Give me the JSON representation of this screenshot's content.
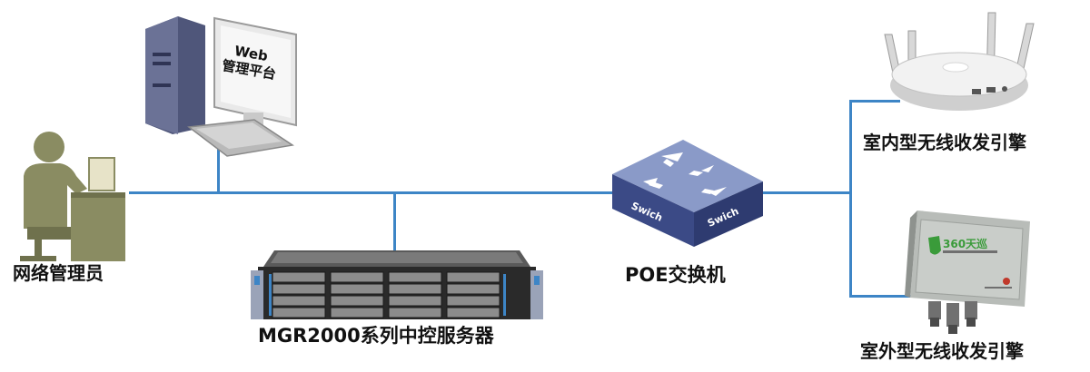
{
  "nodes": {
    "web_platform": {
      "screen_text_line1": "Web",
      "screen_text_line2": "管理平台"
    },
    "admin": {
      "label": "网络管理员"
    },
    "server": {
      "label": "MGR2000系列中控服务器"
    },
    "switch": {
      "label": "POE交换机",
      "left_text": "Swich",
      "right_text": "Swich"
    },
    "indoor_ap": {
      "label": "室内型无线收发引擎"
    },
    "outdoor_ap": {
      "label": "室外型无线收发引擎",
      "brand_text": "360天巡"
    }
  },
  "colors": {
    "link": "#3d85c6",
    "switch_top": "#8a9ac8",
    "switch_side": "#3b4a86",
    "tower": "#5c6487",
    "admin_figure": "#8a8c62",
    "brand_green": "#3a9b3a"
  }
}
